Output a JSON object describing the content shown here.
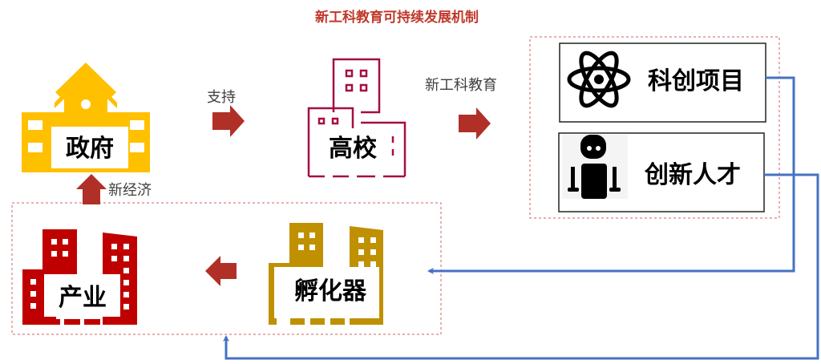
{
  "title": "新工科教育可持续发展机制",
  "nodes": {
    "government": "政府",
    "university": "高校",
    "industry": "产业",
    "incubator": "孵化器",
    "projects": "科创项目",
    "talent": "创新人才"
  },
  "edges": {
    "support": "支持",
    "education": "新工科教育",
    "economy": "新经济"
  },
  "colors": {
    "title": "#C0392B",
    "government": "#FFC000",
    "university": "#A50F40",
    "industry": "#C00000",
    "incubator": "#BF9000",
    "arrow": "#B03028",
    "connector": "#4472C4"
  }
}
